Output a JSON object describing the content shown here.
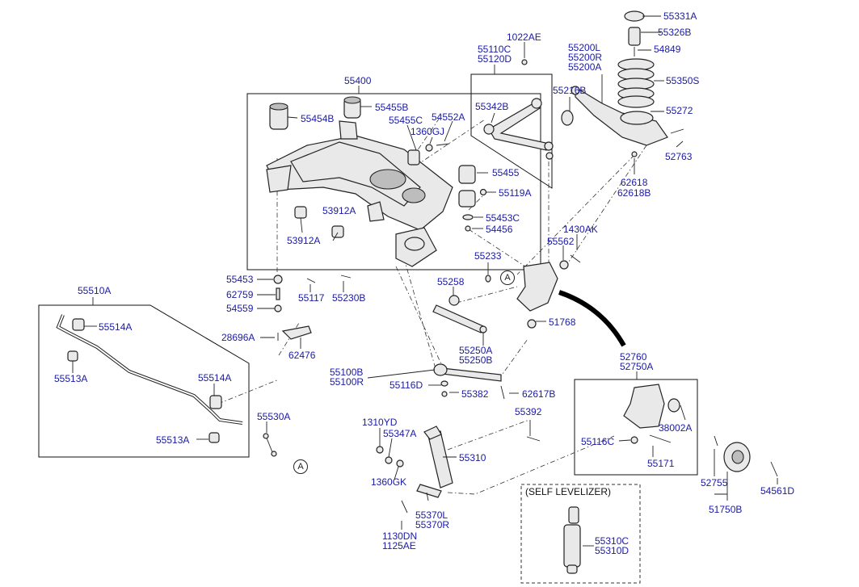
{
  "diagram": {
    "labels": [
      {
        "id": "55331A",
        "text": "55331A"
      },
      {
        "id": "55326B",
        "text": "55326B"
      },
      {
        "id": "54849",
        "text": "54849"
      },
      {
        "id": "55350S",
        "text": "55350S"
      },
      {
        "id": "55272",
        "text": "55272"
      },
      {
        "id": "52763",
        "text": "52763"
      },
      {
        "id": "62618",
        "text": "62618"
      },
      {
        "id": "62618B",
        "text": "62618B"
      },
      {
        "id": "55200L",
        "text": "55200L"
      },
      {
        "id": "55200R",
        "text": "55200R"
      },
      {
        "id": "55200A",
        "text": "55200A"
      },
      {
        "id": "55216B",
        "text": "55216B"
      },
      {
        "id": "1022AE",
        "text": "1022AE"
      },
      {
        "id": "55110C",
        "text": "55110C"
      },
      {
        "id": "55120D",
        "text": "55120D"
      },
      {
        "id": "55342B",
        "text": "55342B"
      },
      {
        "id": "55400",
        "text": "55400"
      },
      {
        "id": "55454B",
        "text": "55454B"
      },
      {
        "id": "55455B",
        "text": "55455B"
      },
      {
        "id": "55455C",
        "text": "55455C"
      },
      {
        "id": "54552A",
        "text": "54552A"
      },
      {
        "id": "1360GJ",
        "text": "1360GJ"
      },
      {
        "id": "55455",
        "text": "55455"
      },
      {
        "id": "55119A",
        "text": "55119A"
      },
      {
        "id": "53912A_1",
        "text": "53912A"
      },
      {
        "id": "53912A_2",
        "text": "53912A"
      },
      {
        "id": "55453C",
        "text": "55453C"
      },
      {
        "id": "54456",
        "text": "54456"
      },
      {
        "id": "1430AK",
        "text": "1430AK"
      },
      {
        "id": "55562",
        "text": "55562"
      },
      {
        "id": "55233",
        "text": "55233"
      },
      {
        "id": "55258",
        "text": "55258"
      },
      {
        "id": "51768",
        "text": "51768"
      },
      {
        "id": "55250A",
        "text": "55250A"
      },
      {
        "id": "55250B",
        "text": "55250B"
      },
      {
        "id": "55453",
        "text": "55453"
      },
      {
        "id": "62759",
        "text": "62759"
      },
      {
        "id": "54559",
        "text": "54559"
      },
      {
        "id": "55117",
        "text": "55117"
      },
      {
        "id": "55230B",
        "text": "55230B"
      },
      {
        "id": "28696A",
        "text": "28696A"
      },
      {
        "id": "62476",
        "text": "62476"
      },
      {
        "id": "55510A",
        "text": "55510A"
      },
      {
        "id": "55514A_1",
        "text": "55514A"
      },
      {
        "id": "55513A_1",
        "text": "55513A"
      },
      {
        "id": "55514A_2",
        "text": "55514A"
      },
      {
        "id": "55513A_2",
        "text": "55513A"
      },
      {
        "id": "55530A",
        "text": "55530A"
      },
      {
        "id": "55100B",
        "text": "55100B"
      },
      {
        "id": "55100R",
        "text": "55100R"
      },
      {
        "id": "55116D",
        "text": "55116D"
      },
      {
        "id": "55382",
        "text": "55382"
      },
      {
        "id": "62617B",
        "text": "62617B"
      },
      {
        "id": "52760",
        "text": "52760"
      },
      {
        "id": "52750A",
        "text": "52750A"
      },
      {
        "id": "38002A",
        "text": "38002A"
      },
      {
        "id": "55116C",
        "text": "55116C"
      },
      {
        "id": "55171",
        "text": "55171"
      },
      {
        "id": "55392",
        "text": "55392"
      },
      {
        "id": "1310YD",
        "text": "1310YD"
      },
      {
        "id": "55347A",
        "text": "55347A"
      },
      {
        "id": "55310",
        "text": "55310"
      },
      {
        "id": "1360GK",
        "text": "1360GK"
      },
      {
        "id": "55370L",
        "text": "55370L"
      },
      {
        "id": "55370R",
        "text": "55370R"
      },
      {
        "id": "1130DN",
        "text": "1130DN"
      },
      {
        "id": "1125AE",
        "text": "1125AE"
      },
      {
        "id": "55310C",
        "text": "55310C"
      },
      {
        "id": "55310D",
        "text": "55310D"
      },
      {
        "id": "52755",
        "text": "52755"
      },
      {
        "id": "51750B",
        "text": "51750B"
      },
      {
        "id": "54561D",
        "text": "54561D"
      }
    ],
    "self_levelizer_title": "(SELF LEVELIZER)",
    "callout_a": "A",
    "label_color": "#1a1aa6"
  }
}
